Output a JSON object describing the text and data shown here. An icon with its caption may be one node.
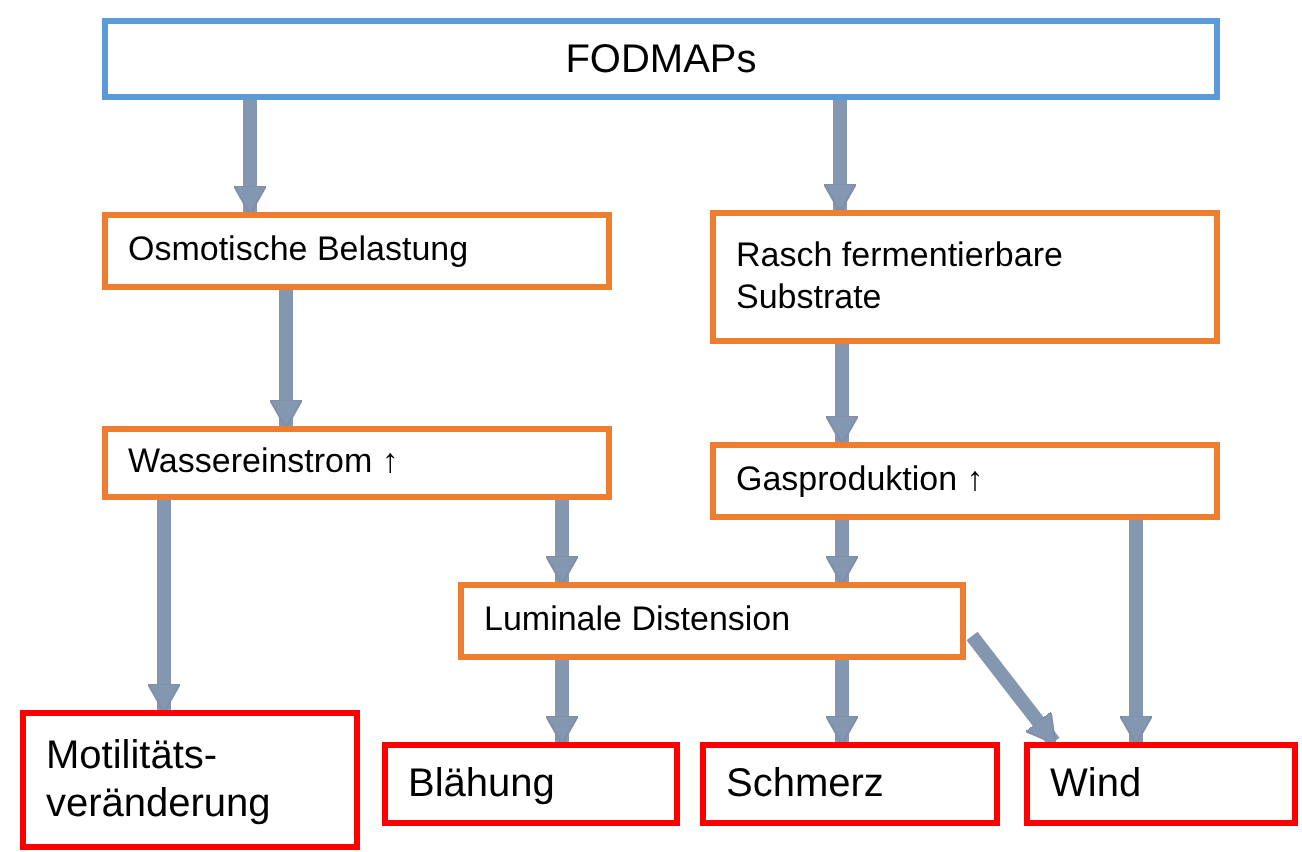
{
  "diagram": {
    "nodes": [
      {
        "text": [
          "FODMAPs"
        ]
      },
      {
        "text": [
          "Osmotische Belastung"
        ]
      },
      {
        "text": [
          "Rasch fermentierbare Substrate"
        ]
      },
      {
        "text": [
          "Wassereinstrom ↑"
        ]
      },
      {
        "text": [
          "Gasproduktion ↑"
        ]
      },
      {
        "text": [
          "Luminale Distension"
        ]
      },
      {
        "text": [
          "Motilitäts- veränderung"
        ]
      },
      {
        "text": [
          "Blähung"
        ]
      },
      {
        "text": [
          "Schmerz"
        ]
      },
      {
        "text": [
          "Wind"
        ]
      }
    ],
    "edges": [
      {
        "from": 0,
        "to": 1,
        "arrow": "to"
      },
      {
        "from": 0,
        "to": 2,
        "arrow": "to"
      },
      {
        "from": 1,
        "to": 3,
        "arrow": "to"
      },
      {
        "from": 2,
        "to": 4,
        "arrow": "to"
      },
      {
        "from": 3,
        "to": 5,
        "arrow": "to"
      },
      {
        "from": 3,
        "to": 6,
        "arrow": "to"
      },
      {
        "from": 4,
        "to": 5,
        "arrow": "to"
      },
      {
        "from": 4,
        "to": 9,
        "arrow": "to"
      },
      {
        "from": 5,
        "to": 7,
        "arrow": "to"
      },
      {
        "from": 5,
        "to": 8,
        "arrow": "to"
      },
      {
        "from": 5,
        "to": 9,
        "arrow": "to"
      }
    ]
  }
}
